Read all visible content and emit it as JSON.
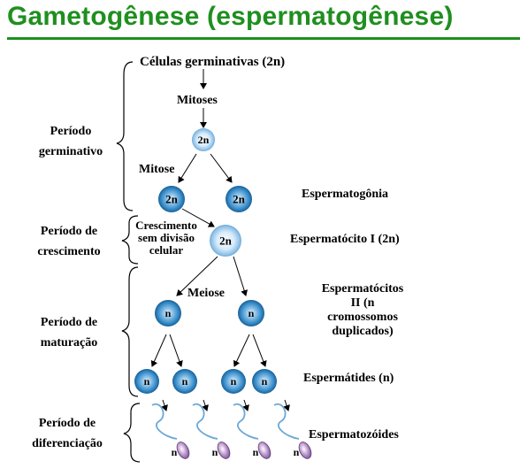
{
  "title": "Gametogênese (espermatogênese)",
  "top_label": "Células germinativas (2n)",
  "arrows": {
    "mitoses": "Mitoses",
    "mitose": "Mitose",
    "meiose": "Meiose",
    "growth": [
      "Crescimento",
      "sem divisão",
      "celular"
    ]
  },
  "periods": [
    {
      "line1": "Período",
      "line2": "germinativo"
    },
    {
      "line1": "Período de",
      "line2": "crescimento"
    },
    {
      "line1": "Período de",
      "line2": "maturação"
    },
    {
      "line1": "Período de",
      "line2": "diferenciação"
    }
  ],
  "stages": {
    "espermatogonia": "Espermatogônia",
    "espermatocito1": "Espermatócito I (2n)",
    "espermatocito2": [
      "Espermatócitos",
      "II (n",
      "cromossomos",
      "duplicados)"
    ],
    "espermatides": "Espermátides (n)",
    "espermatozoides": "Espermatozóides"
  },
  "ploidy": {
    "diploid": "2n",
    "haploid": "n"
  },
  "colors": {
    "title": "#1f8f1f",
    "cell_dark": "#2f86c4",
    "cell_light": "#cfe6f7",
    "sperm_head": "#b58fc4"
  }
}
